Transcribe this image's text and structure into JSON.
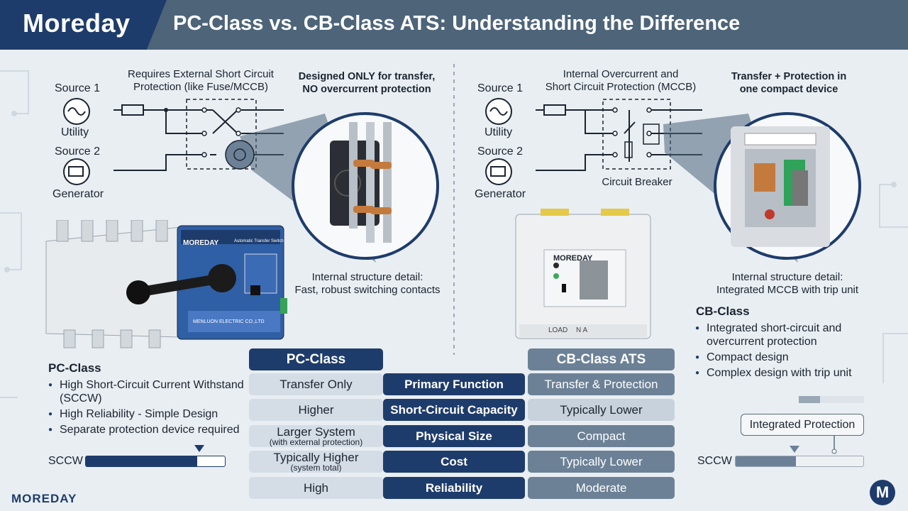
{
  "header": {
    "logo": "Moreday",
    "title": "PC-Class vs. CB-Class ATS: Understanding the Difference"
  },
  "left_diagram": {
    "source1": "Source 1",
    "utility": "Utility",
    "source2": "Source 2",
    "generator": "Generator",
    "annotation_protection": "Requires External Short Circuit\nProtection (like Fuse/MCCB)",
    "annotation_transfer": "Designed ONLY for transfer,\nNO overcurrent protection",
    "detail_caption": "Internal structure detail:\nFast, robust switching contacts"
  },
  "right_diagram": {
    "source1": "Source 1",
    "utility": "Utility",
    "source2": "Source 2",
    "generator": "Generator",
    "annotation_internal": "Internal Overcurrent and\nShort Circuit Protection (MCCB)",
    "annotation_compact": "Transfer + Protection in\none compact device",
    "breaker_label": "Circuit Breaker",
    "detail_caption": "Internal structure detail:\nIntegrated MCCB with trip unit"
  },
  "product_left": {
    "brand": "MOREDAY",
    "type_label": "Automatic Transfer Switch",
    "maker": "MENLUON ELECTRIC CO.,LTD"
  },
  "product_right": {
    "brand": "MOREDAY",
    "load_label": "LOAD",
    "load_marks": "N A"
  },
  "pc_class": {
    "heading": "PC-Class",
    "bullets": [
      "High Short-Circuit Current Withstand (SCCW)",
      "High Reliability - Simple Design",
      "Separate protection device required"
    ],
    "sccw_label": "SCCW",
    "sccw_level": 0.8
  },
  "cb_class": {
    "heading": "CB-Class",
    "bullets": [
      "Integrated short-circuit and overcurrent protection",
      "Compact design",
      "Complex design with trip unit"
    ],
    "integrated_label": "Integrated Protection",
    "sccw_label": "SCCW",
    "sccw_level": 0.47
  },
  "comparison": {
    "left_header": "PC-Class",
    "right_header": "CB-Class ATS",
    "rows": [
      {
        "left": "Transfer Only",
        "left_sub": "",
        "mid": "Primary Function",
        "right": "Transfer & Protection"
      },
      {
        "left": "Higher",
        "left_sub": "",
        "mid": "Short-Circuit Capacity",
        "right": "Typically Lower"
      },
      {
        "left": "Larger System",
        "left_sub": "(with external protection)",
        "mid": "Physical Size",
        "right": "Compact"
      },
      {
        "left": "Typically Higher",
        "left_sub": "(system total)",
        "mid": "Cost",
        "right": "Typically Lower"
      },
      {
        "left": "High",
        "left_sub": "",
        "mid": "Reliability",
        "right": "Moderate"
      }
    ]
  },
  "footer": {
    "logo": "MOREDAY",
    "badge": "M"
  },
  "colors": {
    "navy": "#1e3c6b",
    "slate": "#6c8196",
    "header": "#4d6479",
    "background": "#e9eef3"
  }
}
